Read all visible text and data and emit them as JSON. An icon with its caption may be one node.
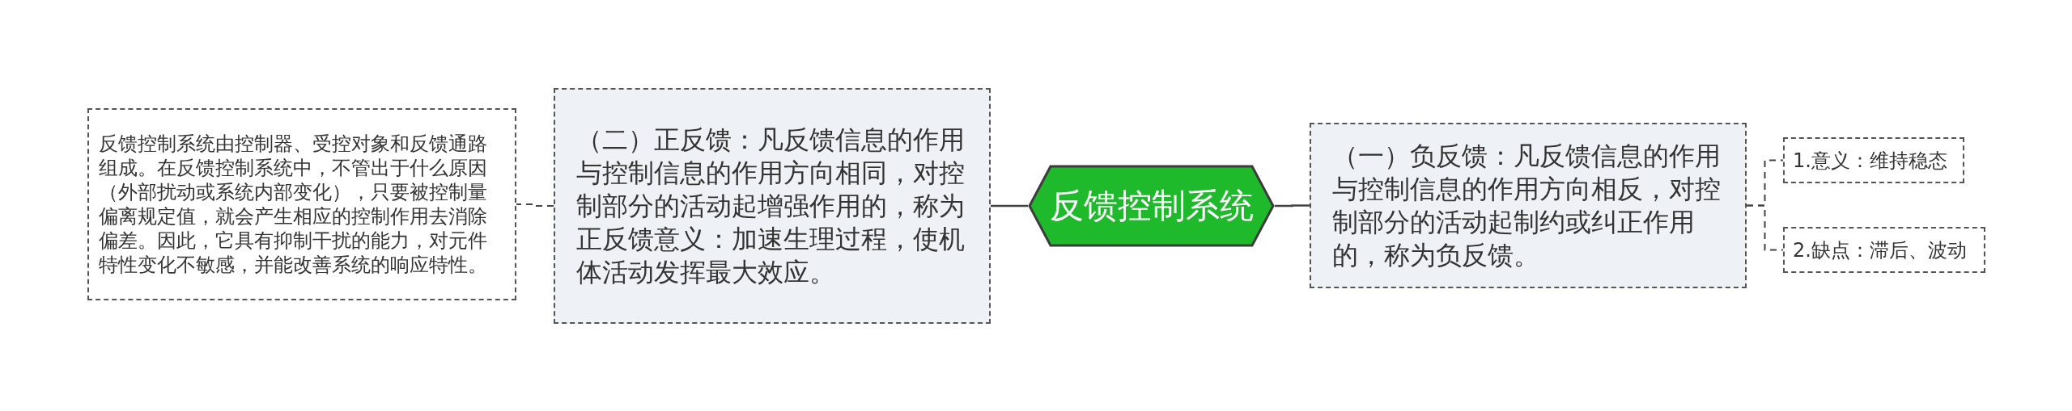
{
  "diagram": {
    "nodes": [
      {
        "text": [
          "反馈控制系统"
        ]
      },
      {
        "text": [
          "（二）正反馈：凡反馈信息的作用与控制信息的作用方向相同，对控制部分的活动起增强作用的，称为正反馈意义：加速生理过程，使机体活动发挥最大效应。"
        ]
      },
      {
        "text": [
          "反馈控制系统由控制器、受控对象和反馈通路组成。在反馈控制系统中，不管出于什么原因（外部扰动或系统内部变化），只要被控制量偏离规定值，就会产生相应的控制作用去消除偏差。因此，它具有抑制干扰的能力，对元件特性变化不敏感，并能改善系统的响应特性。"
        ]
      },
      {
        "text": [
          "（一）负反馈：凡反馈信息的作用与控制信息的作用方向相反，对控制部分的活动起制约或纠正作用的，称为负反馈。"
        ]
      },
      {
        "text": [
          "1.意义：维持稳态"
        ]
      },
      {
        "text": [
          "2.缺点：滞后、波动"
        ]
      }
    ],
    "edges": [
      {
        "from": 0,
        "to": 1,
        "arrow": "none"
      },
      {
        "from": 1,
        "to": 2,
        "arrow": "none",
        "style": "dashed"
      },
      {
        "from": 0,
        "to": 3,
        "arrow": "none"
      },
      {
        "from": 3,
        "to": 4,
        "arrow": "none",
        "style": "dashed"
      },
      {
        "from": 3,
        "to": 5,
        "arrow": "none",
        "style": "dashed"
      }
    ]
  }
}
